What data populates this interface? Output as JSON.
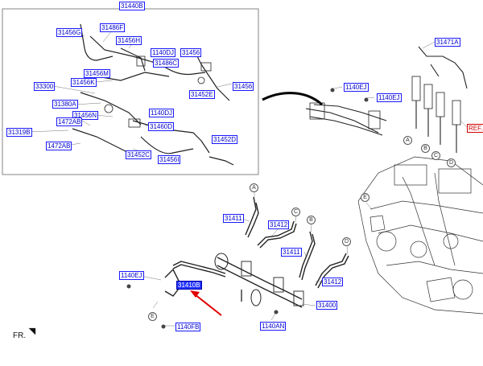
{
  "diagram_labels": {
    "p31440B": "31440B",
    "p31456G": "31456G",
    "p31486F": "31486F",
    "p31456H": "31456H",
    "p1140DJ_top": "1140DJ",
    "p31456_a": "31456",
    "p31486C": "31486C",
    "p33300": "33300",
    "p31456K": "31456K",
    "p31456M": "31456M",
    "p31456_b": "31456",
    "p31452E": "31452E",
    "p31380A": "31380A",
    "p1140DJ_mid": "1140DJ",
    "p31456N": "31456N",
    "p1472AB_a": "1472AB",
    "p31460D": "31460D",
    "p31319B": "31319B",
    "p31452D": "31452D",
    "p1472AB_b": "1472AB",
    "p31452C": "31452C",
    "p31456I": "31456I",
    "p31471A": "31471A",
    "p1140EJ_a": "1140EJ",
    "p1140EJ_b": "1140EJ",
    "pREF": "REF.",
    "p31411": "31411",
    "p31412_a": "31412",
    "p31411_b": "31411",
    "p1140EJ_c": "1140EJ",
    "p31410B": "31410B",
    "p31412_b": "31412",
    "p31400": "31400",
    "p1140FB": "1140FB",
    "p1140AN": "1140AN"
  },
  "callouts": {
    "A_top": "A",
    "B_top": "B",
    "C_top": "C",
    "D_top": "D",
    "E_top": "E",
    "A_low": "A",
    "B_low": "B",
    "C_low": "C",
    "D_low": "D",
    "E_low": "E"
  },
  "orientation": "FR.",
  "colors": {
    "label": "#0000cc",
    "highlight": "#2233ff",
    "pointer": "#e00000"
  }
}
